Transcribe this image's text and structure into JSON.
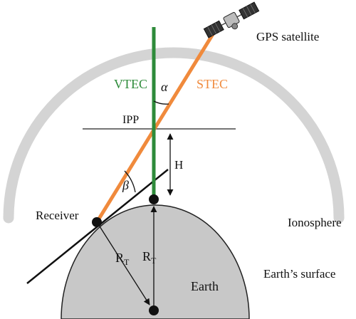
{
  "diagram": {
    "labels": {
      "satellite": "GPS satellite",
      "vtec": "VTEC",
      "stec": "STEC",
      "alpha": "α",
      "beta": "β",
      "ipp": "IPP",
      "h": "H",
      "receiver": "Receiver",
      "rt_base": "R",
      "rt_sub": "T",
      "ionosphere": "Ionosphere",
      "earths_surface": "Earth’s surface",
      "earth": "Earth"
    },
    "colors": {
      "vtec": "#2e8b3a",
      "stec": "#f08a3c",
      "earth_fill": "#c8c8c8",
      "ionosphere_band": "#d6d6d6",
      "outline": "#111111"
    },
    "icons": {
      "satellite": "satellite-icon"
    }
  }
}
